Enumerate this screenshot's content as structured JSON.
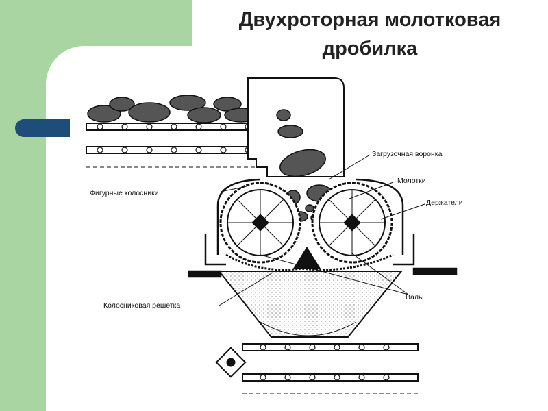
{
  "title": "Двухроторная молотковая дробилка",
  "labels": {
    "hopper": "Загрузочная воронка",
    "hammers": "Молотки",
    "holders": "Держатели",
    "shaped_grates": "Фигурные колосники",
    "shafts": "Валы",
    "grate": "Колосниковая решетка"
  },
  "colors": {
    "background": "#a9d5a3",
    "accent": "#1f4d7a",
    "ink": "#111111"
  }
}
